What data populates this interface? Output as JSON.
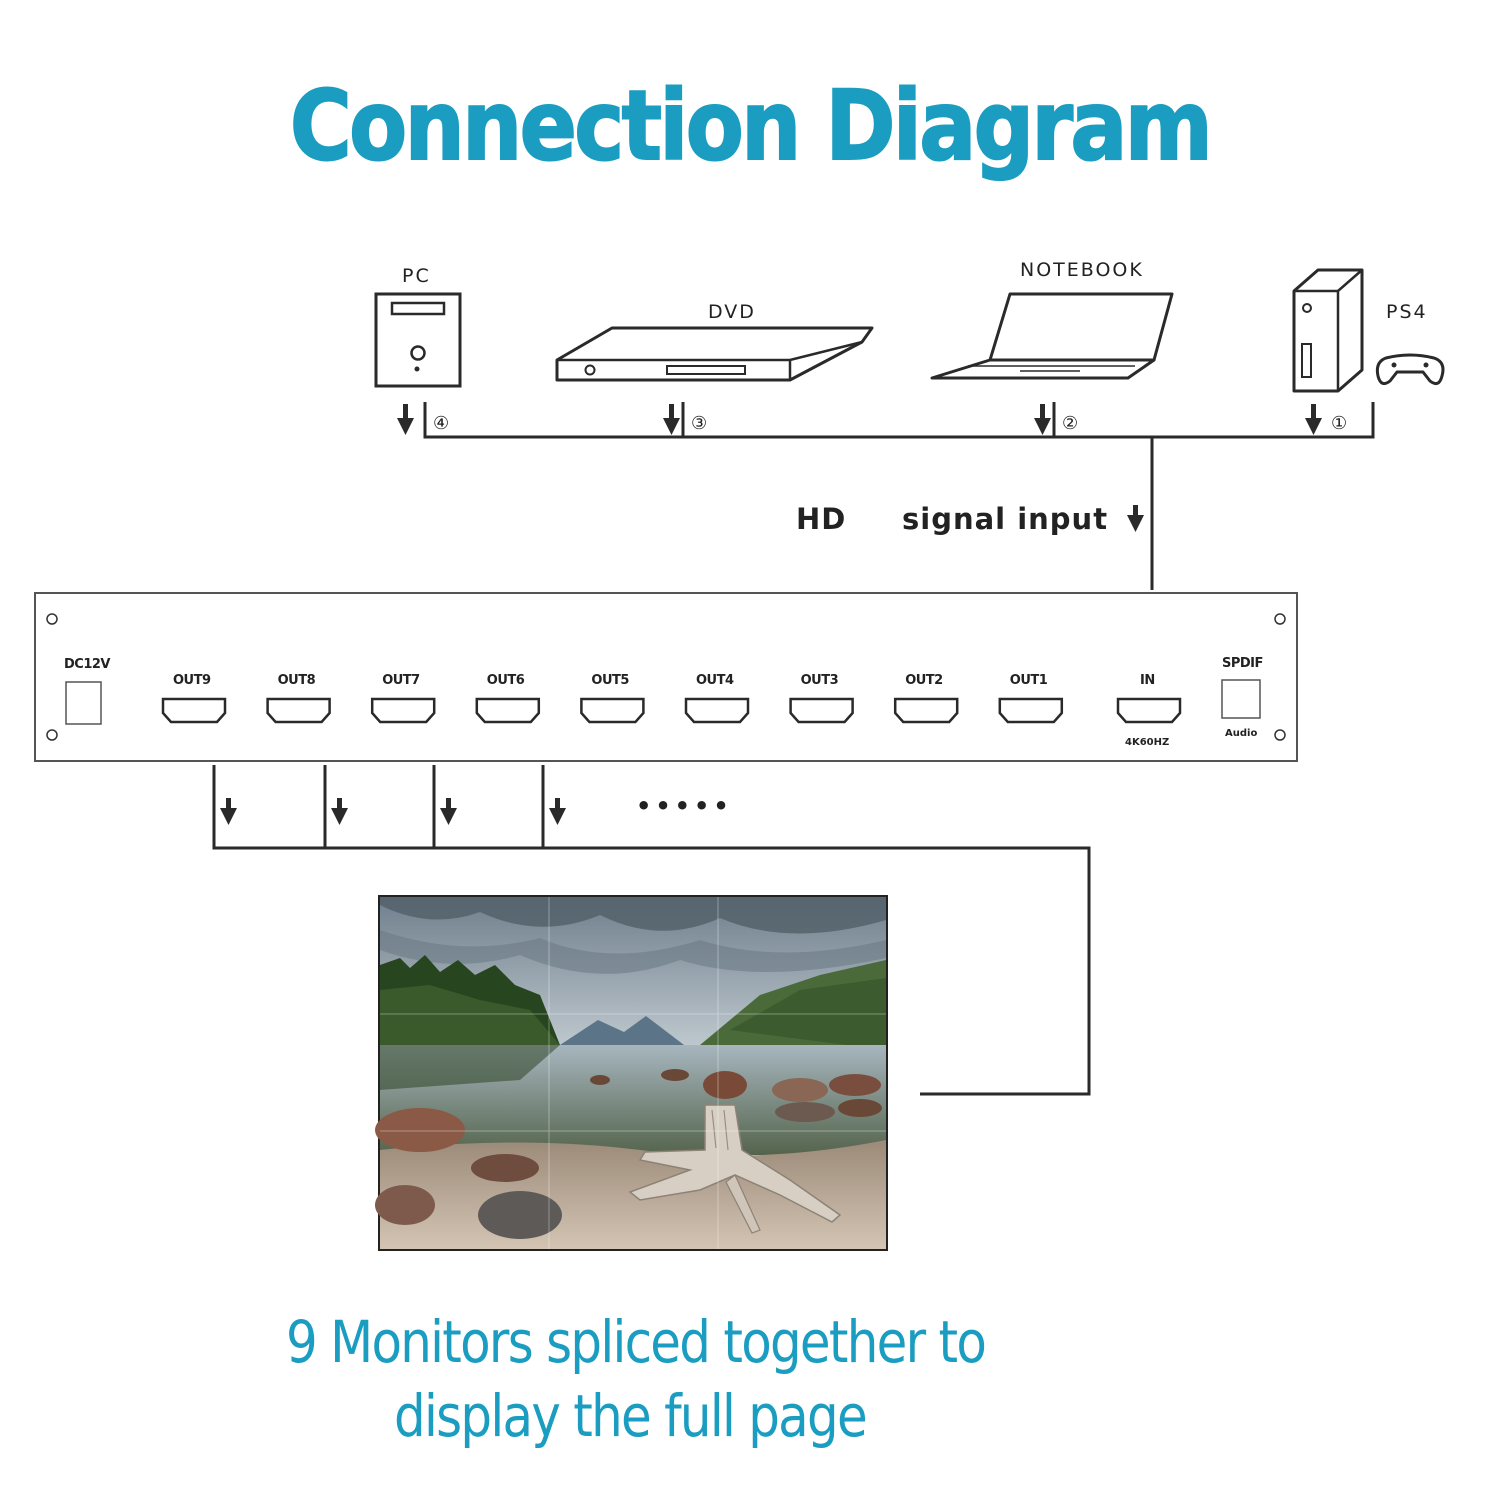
{
  "title": "Connection Diagram",
  "devices": {
    "pc": "PC",
    "dvd": "DVD",
    "notebook": "NOTEBOOK",
    "ps4": "PS4"
  },
  "input_numbers": [
    "④",
    "③",
    "②",
    "①"
  ],
  "signal_label": {
    "hd": "HD",
    "text": "signal input"
  },
  "panel": {
    "power": "DC12V",
    "outputs": [
      "OUT9",
      "OUT8",
      "OUT7",
      "OUT6",
      "OUT5",
      "OUT4",
      "OUT3",
      "OUT2",
      "OUT1"
    ],
    "input": "IN",
    "input_sub": "4K60HZ",
    "spdif": "SPDIF",
    "audio": "Audio"
  },
  "ellipsis": "•••••",
  "caption": {
    "line1": "9 Monitors spliced together to",
    "line2": "display the full page"
  },
  "colors": {
    "accent": "#1a9dc0",
    "line": "#2a2a2a"
  }
}
